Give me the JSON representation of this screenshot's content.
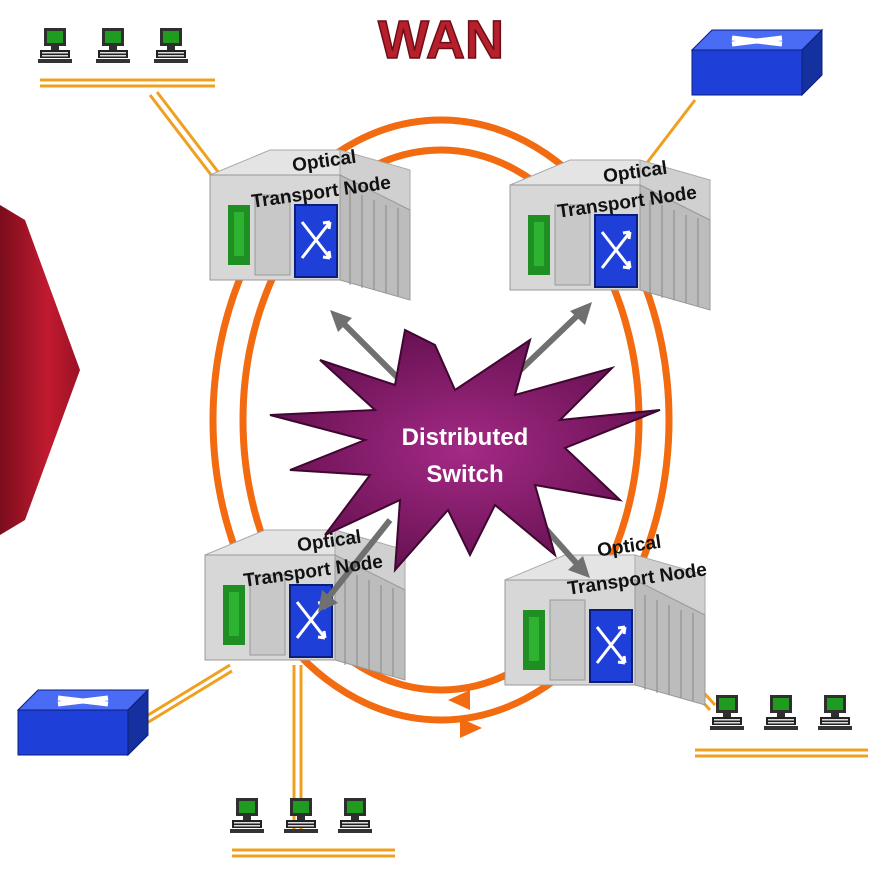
{
  "title": "WAN",
  "center_label": {
    "line1": "Distributed",
    "line2": "Switch"
  },
  "nodes": [
    {
      "line1": "Optical",
      "line2": "Transport Node"
    },
    {
      "line1": "Optical",
      "line2": "Transport Node"
    },
    {
      "line1": "Optical",
      "line2": "Transport Node"
    },
    {
      "line1": "Optical",
      "line2": "Transport Node"
    }
  ],
  "colors": {
    "title": "#b81f2c",
    "ring": "#f26b10",
    "link": "#f0a020",
    "star": "#8b1a6e",
    "switch": "#1e3fd8",
    "arrow": "#707070",
    "chevron": "#b0162a",
    "terminal_screen": "#1f9b1f"
  },
  "icons": [
    "router-icon",
    "workstation-icon",
    "optical-node-icon",
    "cross-connect-icon"
  ]
}
